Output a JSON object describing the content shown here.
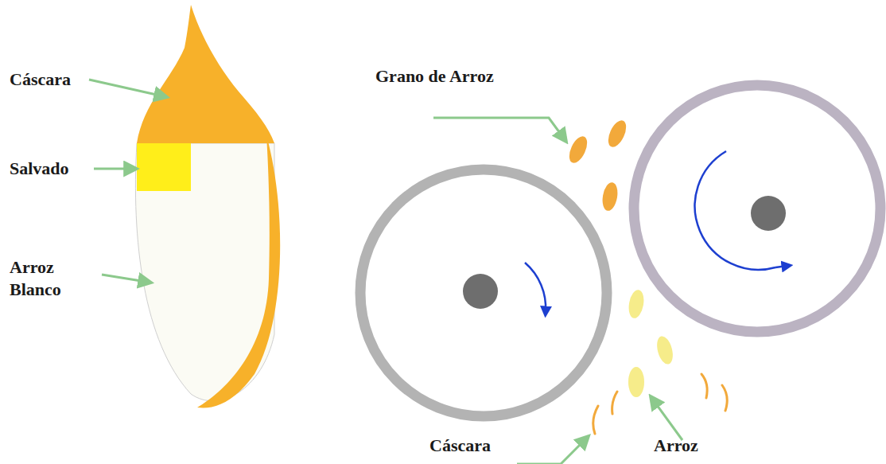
{
  "diagram": {
    "labels": [
      "Cáscara",
      "Salvado",
      "Arroz Blanco",
      "Grano de Arroz",
      "Cáscara",
      "Arroz"
    ]
  }
}
